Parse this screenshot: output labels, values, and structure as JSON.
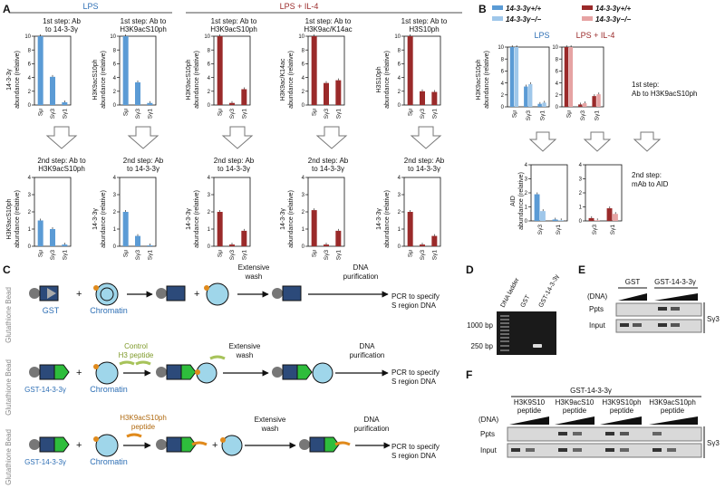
{
  "panel_labels": [
    "A",
    "B",
    "C",
    "D",
    "E",
    "F"
  ],
  "a": {
    "group_lps": "LPS",
    "group_lpsil4": "LPS + IL-4",
    "step1": [
      {
        "l1": "1st step: Ab",
        "l2": "to 14-3-3γ",
        "ylab1": "14-3-3γ",
        "ylab2": "abundance (relative)"
      },
      {
        "l1": "1st step: Ab to",
        "l2": "H3K9acS10ph",
        "ylab1": "H3K9acS10ph",
        "ylab2": "abundance (relative)"
      },
      {
        "l1": "1st step: Ab to",
        "l2": "H3K9acS10ph",
        "ylab1": "H3K9acS10ph",
        "ylab2": "abundance (relative)"
      },
      {
        "l1": "1st step: Ab to",
        "l2": "H3K9ac/K14ac",
        "ylab1": "H3K9ac/K14ac",
        "ylab2": "abundance (relative)"
      },
      {
        "l1": "1st step: Ab to",
        "l2": "H3S10ph",
        "ylab1": "H3S10ph",
        "ylab2": "abundance (relative)"
      }
    ],
    "step2": [
      {
        "l1": "2nd step: Ab to",
        "l2": "H3K9acS10ph",
        "ylab1": "H3K9acS10ph",
        "ylab2": "abundance (relative)"
      },
      {
        "l1": "2nd step: Ab",
        "l2": "to 14-3-3γ",
        "ylab1": "14-3-3γ",
        "ylab2": "abundance (relative)"
      },
      {
        "l1": "2nd step: Ab",
        "l2": "to 14-3-3γ",
        "ylab1": "14-3-3γ",
        "ylab2": "abundance (relative)"
      },
      {
        "l1": "2nd step: Ab",
        "l2": "to 14-3-3γ",
        "ylab1": "14-3-3γ",
        "ylab2": "abundance (relative)"
      },
      {
        "l1": "2nd step: Ab",
        "l2": "to 14-3-3γ",
        "ylab1": "14-3-3γ",
        "ylab2": "abundance (relative)"
      }
    ]
  },
  "b": {
    "legend": [
      "14-3-3γ+/+",
      "14-3-3γ−/−",
      "14-3-3γ+/+",
      "14-3-3γ−/−"
    ],
    "top_ylab1": "H3K9acS10ph",
    "top_ylab2": "abundance (relative)",
    "sub_lps": "LPS",
    "sub_lpsil4": "LPS + IL-4",
    "step1_l1": "1st step:",
    "step1_l2": "Ab to H3K9acS10ph",
    "bot_ylab1": "AID",
    "bot_ylab2": "abundance (relative)",
    "step2_l1": "2nd step:",
    "step2_l2": "mAb to AID"
  },
  "c": {
    "bead_label": "Glutathione Bead",
    "gst": "GST",
    "gst1433": "GST-14-3-3γ",
    "chromatin": "Chromatin",
    "control_l1": "Control",
    "control_l2": "H3 peptide",
    "h3k_l1": "H3K9acS10ph",
    "h3k_l2": "peptide",
    "wash_l1": "Extensive",
    "wash_l2": "wash",
    "dna_l1": "DNA",
    "dna_l2": "purification",
    "pcr_l1": "PCR to specify",
    "pcr_l2": "S region DNA",
    "plus": "+"
  },
  "d": {
    "lanes": [
      "DNA ladder",
      "GST",
      "GST-14-3-3γ"
    ],
    "bp1000": "1000 bp",
    "bp250": "250 bp"
  },
  "e": {
    "lanes": [
      "GST",
      "GST-14-3-3γ"
    ],
    "dna": "(DNA)",
    "rows": [
      "Ppts",
      "Input"
    ],
    "side": "Sγ3"
  },
  "f": {
    "title": "GST-14-3-3γ",
    "peptides": [
      {
        "l1": "H3K9S10",
        "l2": "peptide"
      },
      {
        "l1": "H3K9acS10",
        "l2": "peptide"
      },
      {
        "l1": "H3K9S10ph",
        "l2": "peptide"
      },
      {
        "l1": "H3K9acS10ph",
        "l2": "peptide"
      }
    ],
    "dna": "(DNA)",
    "rows": [
      "Ppts",
      "Input"
    ],
    "side": "Sγ3"
  },
  "colors": {
    "blue": "#5b9bd5",
    "lightblue": "#9fc7ea",
    "red": "#9a2a2a",
    "pink": "#e6a3a3",
    "orange": "#e08a1c",
    "green": "#2ebd3c",
    "cyan": "#9fd6ea"
  },
  "chart_data": [
    {
      "type": "bar",
      "panel": "A",
      "row": "step1",
      "categories": [
        "Sμ",
        "Sγ3",
        "Sγ1"
      ],
      "values": [
        10,
        4.1,
        0.4
      ],
      "ylim": [
        0,
        10
      ],
      "yticks": [
        0,
        2,
        4,
        6,
        8,
        10
      ],
      "color": "#5b9bd5"
    },
    {
      "type": "bar",
      "panel": "A",
      "row": "step1",
      "categories": [
        "Sμ",
        "Sγ3",
        "Sγ1"
      ],
      "values": [
        10,
        3.3,
        0.3
      ],
      "ylim": [
        0,
        10
      ],
      "yticks": [
        0,
        2,
        4,
        6,
        8,
        10
      ],
      "color": "#5b9bd5"
    },
    {
      "type": "bar",
      "panel": "A",
      "row": "step1",
      "categories": [
        "Sμ",
        "Sγ3",
        "Sγ1"
      ],
      "values": [
        10,
        0.3,
        2.3
      ],
      "ylim": [
        0,
        10
      ],
      "yticks": [
        0,
        2,
        4,
        6,
        8,
        10
      ],
      "color": "#9a2a2a"
    },
    {
      "type": "bar",
      "panel": "A",
      "row": "step1",
      "categories": [
        "Sμ",
        "Sγ3",
        "Sγ1"
      ],
      "values": [
        10,
        3.2,
        3.6
      ],
      "ylim": [
        0,
        10
      ],
      "yticks": [
        0,
        2,
        4,
        6,
        8,
        10
      ],
      "color": "#9a2a2a"
    },
    {
      "type": "bar",
      "panel": "A",
      "row": "step1",
      "categories": [
        "Sμ",
        "Sγ3",
        "Sγ1"
      ],
      "values": [
        10,
        2.0,
        1.9
      ],
      "ylim": [
        0,
        10
      ],
      "yticks": [
        0,
        2,
        4,
        6,
        8,
        10
      ],
      "color": "#9a2a2a"
    },
    {
      "type": "bar",
      "panel": "A",
      "row": "step2",
      "categories": [
        "Sμ",
        "Sγ3",
        "Sγ1"
      ],
      "values": [
        1.5,
        1.0,
        0.1
      ],
      "ylim": [
        0,
        4
      ],
      "yticks": [
        0,
        1,
        2,
        3,
        4
      ],
      "color": "#5b9bd5"
    },
    {
      "type": "bar",
      "panel": "A",
      "row": "step2",
      "categories": [
        "Sμ",
        "Sγ3",
        "Sγ1"
      ],
      "values": [
        2.0,
        0.6,
        0.05
      ],
      "ylim": [
        0,
        4
      ],
      "yticks": [
        0,
        1,
        2,
        3,
        4
      ],
      "color": "#5b9bd5"
    },
    {
      "type": "bar",
      "panel": "A",
      "row": "step2",
      "categories": [
        "Sμ",
        "Sγ3",
        "Sγ1"
      ],
      "values": [
        2.0,
        0.1,
        0.9
      ],
      "ylim": [
        0,
        4
      ],
      "yticks": [
        0,
        1,
        2,
        3,
        4
      ],
      "color": "#9a2a2a"
    },
    {
      "type": "bar",
      "panel": "A",
      "row": "step2",
      "categories": [
        "Sμ",
        "Sγ3",
        "Sγ1"
      ],
      "values": [
        2.1,
        0.1,
        0.9
      ],
      "ylim": [
        0,
        4
      ],
      "yticks": [
        0,
        1,
        2,
        3,
        4
      ],
      "color": "#9a2a2a"
    },
    {
      "type": "bar",
      "panel": "A",
      "row": "step2",
      "categories": [
        "Sμ",
        "Sγ3",
        "Sγ1"
      ],
      "values": [
        2.0,
        0.1,
        0.6
      ],
      "ylim": [
        0,
        4
      ],
      "yticks": [
        0,
        1,
        2,
        3,
        4
      ],
      "color": "#9a2a2a"
    },
    {
      "type": "bar",
      "panel": "B",
      "row": "step1",
      "categories": [
        "Sμ",
        "Sγ3",
        "Sγ1"
      ],
      "series": [
        {
          "values": [
            10,
            3.4,
            0.5
          ]
        },
        {
          "values": [
            10,
            3.8,
            0.7
          ]
        }
      ],
      "colors": [
        "#5b9bd5",
        "#9fc7ea"
      ],
      "ylim": [
        0,
        10
      ],
      "yticks": [
        0,
        2,
        4,
        6,
        8,
        10
      ]
    },
    {
      "type": "bar",
      "panel": "B",
      "row": "step1",
      "categories": [
        "Sμ",
        "Sγ3",
        "Sγ1"
      ],
      "series": [
        {
          "values": [
            10,
            0.4,
            1.8
          ]
        },
        {
          "values": [
            10,
            0.6,
            2.1
          ]
        }
      ],
      "colors": [
        "#9a2a2a",
        "#e6a3a3"
      ],
      "ylim": [
        0,
        10
      ],
      "yticks": [
        0,
        2,
        4,
        6,
        8,
        10
      ]
    },
    {
      "type": "bar",
      "panel": "B",
      "row": "step2",
      "categories": [
        "Sγ3",
        "Sγ1"
      ],
      "series": [
        {
          "values": [
            1.9,
            0.1
          ]
        },
        {
          "values": [
            0.7,
            0.05
          ]
        }
      ],
      "colors": [
        "#5b9bd5",
        "#9fc7ea"
      ],
      "ylim": [
        0,
        4
      ],
      "yticks": [
        0,
        1,
        2,
        3,
        4
      ]
    },
    {
      "type": "bar",
      "panel": "B",
      "row": "step2",
      "categories": [
        "Sγ3",
        "Sγ1"
      ],
      "series": [
        {
          "values": [
            0.2,
            0.9
          ]
        },
        {
          "values": [
            0.05,
            0.5
          ]
        }
      ],
      "colors": [
        "#9a2a2a",
        "#e6a3a3"
      ],
      "ylim": [
        0,
        4
      ],
      "yticks": [
        0,
        1,
        2,
        3,
        4
      ]
    }
  ]
}
